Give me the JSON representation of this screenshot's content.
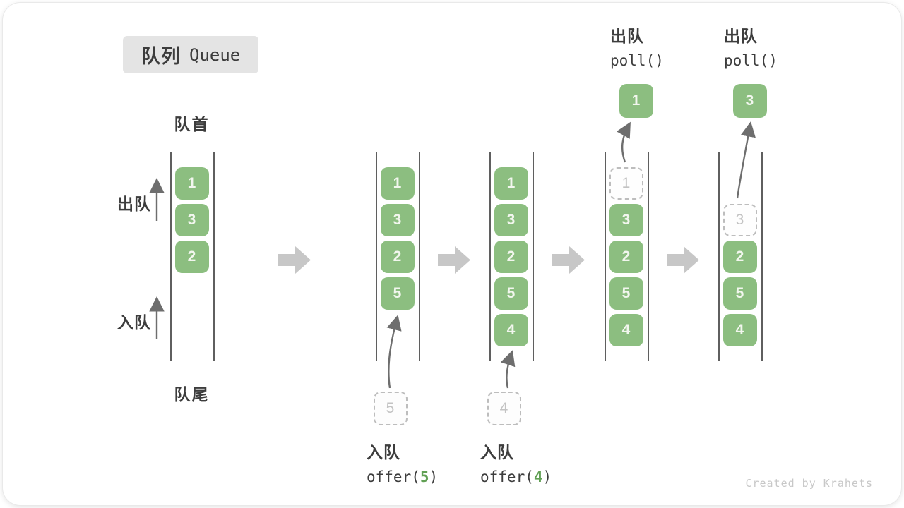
{
  "title": {
    "zh": "队列",
    "en": "Queue"
  },
  "labels": {
    "front": "队首",
    "rear": "队尾",
    "dequeue_side": "出队",
    "enqueue_side": "入队"
  },
  "queues": [
    {
      "name": "state-initial",
      "cells": [
        {
          "row": 0,
          "v": "1"
        },
        {
          "row": 1,
          "v": "3"
        },
        {
          "row": 2,
          "v": "2"
        }
      ]
    },
    {
      "name": "state-offer-5",
      "cells": [
        {
          "row": 0,
          "v": "1"
        },
        {
          "row": 1,
          "v": "3"
        },
        {
          "row": 2,
          "v": "2"
        },
        {
          "row": 3,
          "v": "5"
        }
      ],
      "staged": "5",
      "op": {
        "zh": "入队",
        "pre": "offer(",
        "arg": "5",
        "post": ")"
      }
    },
    {
      "name": "state-offer-4",
      "cells": [
        {
          "row": 0,
          "v": "1"
        },
        {
          "row": 1,
          "v": "3"
        },
        {
          "row": 2,
          "v": "2"
        },
        {
          "row": 3,
          "v": "5"
        },
        {
          "row": 4,
          "v": "4"
        }
      ],
      "staged": "4",
      "op": {
        "zh": "入队",
        "pre": "offer(",
        "arg": "4",
        "post": ")"
      }
    },
    {
      "name": "state-poll-1",
      "cells": [
        {
          "row": 0,
          "v": "1",
          "dashed": true
        },
        {
          "row": 1,
          "v": "3"
        },
        {
          "row": 2,
          "v": "2"
        },
        {
          "row": 3,
          "v": "5"
        },
        {
          "row": 4,
          "v": "4"
        }
      ],
      "popped": "1",
      "op": {
        "zh": "出队",
        "code": "poll()"
      }
    },
    {
      "name": "state-poll-3",
      "cells": [
        {
          "row": 1,
          "v": "3",
          "dashed": true
        },
        {
          "row": 2,
          "v": "2"
        },
        {
          "row": 3,
          "v": "5"
        },
        {
          "row": 4,
          "v": "4"
        }
      ],
      "popped": "3",
      "op": {
        "zh": "出队",
        "code": "poll()"
      }
    }
  ],
  "watermark": "Created by Krahets",
  "colors": {
    "cell_green": "#8CBE80",
    "code_arg_green": "#61A054",
    "step_arrow_gray": "#C7C7C7",
    "wall_gray": "#5F5F5F",
    "dashed_gray": "#BDBDBD",
    "text_dark": "#3D3D3D"
  }
}
